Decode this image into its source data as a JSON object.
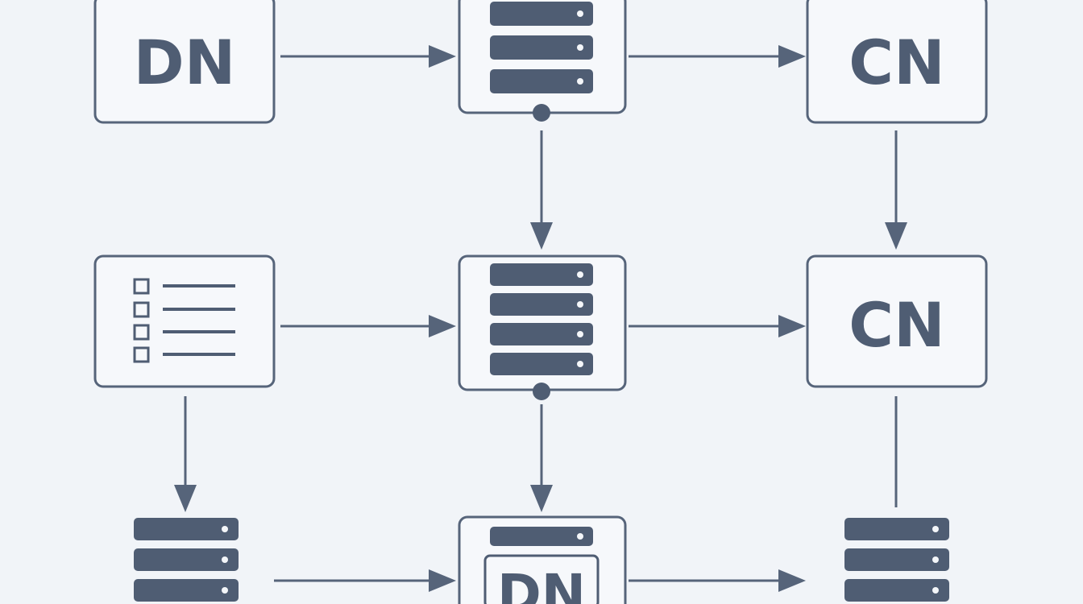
{
  "colors": {
    "background": "#f1f4f8",
    "stroke": "#56647a",
    "fill": "#4f5d73",
    "box_bg": "#f6f8fb",
    "led": "#f4f6f9"
  },
  "nodes": {
    "dn_top": {
      "label": "DN"
    },
    "cn_top": {
      "label": "CN"
    },
    "cn_mid": {
      "label": "CN"
    },
    "dn_bottom": {
      "label": "DN"
    }
  }
}
